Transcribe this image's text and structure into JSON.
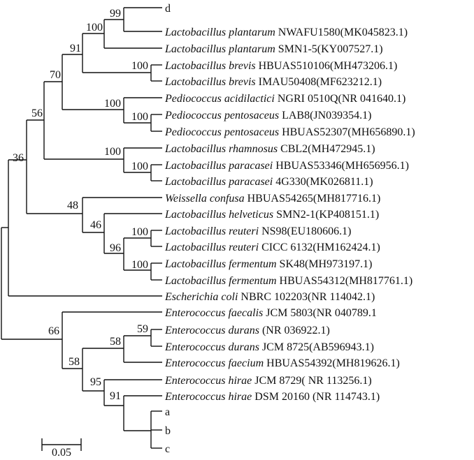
{
  "tree": {
    "leaves": [
      {
        "name": "",
        "strain": "d"
      },
      {
        "name": "Lactobacillus plantarum",
        "strain": " NWAFU1580(MK045823.1)"
      },
      {
        "name": "Lactobacillus plantarum",
        "strain": " SMN1-5(KY007527.1)"
      },
      {
        "name": "Lactobacillus brevis",
        "strain": " HBUAS510106(MH473206.1)"
      },
      {
        "name": "Lactobacillus brevis",
        "strain": " IMAU50408(MF623212.1)"
      },
      {
        "name": "Pediococcus acidilactici",
        "strain": " NGRI 0510Q(NR 041640.1)"
      },
      {
        "name": "Pediococcus pentosaceus",
        "strain": " LAB8(JN039354.1)"
      },
      {
        "name": "Pediococcus pentosaceus",
        "strain": " HBUAS52307(MH656890.1)"
      },
      {
        "name": "Lactobacillus rhamnosus",
        "strain": " CBL2(MH472945.1)"
      },
      {
        "name": "Lactobacillus paracasei",
        "strain": " HBUAS53346(MH656956.1)"
      },
      {
        "name": "Lactobacillus paracasei",
        "strain": " 4G330(MK026811.1)"
      },
      {
        "name": "Weissella confusa",
        "strain": " HBUAS54265(MH817716.1)"
      },
      {
        "name": "Lactobacillus helveticus",
        "strain": " SMN2-1(KP408151.1)"
      },
      {
        "name": "Lactobacillus reuteri",
        "strain": " NS98(EU180606.1)"
      },
      {
        "name": "Lactobacillus reuteri",
        "strain": " CICC 6132(HM162424.1)"
      },
      {
        "name": "Lactobacillus fermentum",
        "strain": " SK48(MH973197.1)"
      },
      {
        "name": "Lactobacillus fermentum",
        "strain": " HBUAS54312(MH817761.1)"
      },
      {
        "name": "Escherichia coli",
        "strain": " NBRC 102203(NR 114042.1)"
      },
      {
        "name": "Enterococcus faecalis",
        "strain": " JCM 5803(NR 040789.1"
      },
      {
        "name": "Enterococcus durans",
        "strain": " (NR 036922.1)"
      },
      {
        "name": "Enterococcus durans",
        "strain": " JCM 8725(AB596943.1)"
      },
      {
        "name": "Enterococcus faecium",
        "strain": " HBUAS54392(MH819626.1)"
      },
      {
        "name": "Enterococcus hirae",
        "strain": " JCM 8729( NR 113256.1)"
      },
      {
        "name": "Enterococcus hirae",
        "strain": " DSM 20160 (NR 114743.1)"
      },
      {
        "name": "",
        "strain": "a"
      },
      {
        "name": "",
        "strain": "b"
      },
      {
        "name": "",
        "strain": "c"
      }
    ],
    "bootstrap": [
      "99",
      "100",
      "91",
      "70",
      "56",
      "36",
      "100",
      "100",
      "100",
      "100",
      "100",
      "48",
      "46",
      "96",
      "100",
      "100",
      "66",
      "58",
      "58",
      "59",
      "95",
      "91"
    ],
    "scale_label": "0.05"
  }
}
